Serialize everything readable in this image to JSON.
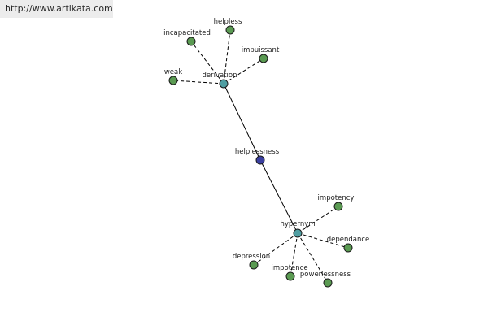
{
  "header": {
    "url": "http://www.artikata.com"
  },
  "colors": {
    "leaf_fill": "#5a9a52",
    "hub_fill": "#4f9ea2",
    "center_fill": "#3a3fa0"
  },
  "graph": {
    "center": {
      "id": "helplessness",
      "label": "helplessness",
      "kind": "center"
    },
    "hubs": [
      {
        "id": "derivation",
        "label": "derivation",
        "kind": "hub"
      },
      {
        "id": "hypernym",
        "label": "hypernym",
        "kind": "hub"
      }
    ],
    "leaves": [
      {
        "id": "incapacitated",
        "label": "incapacitated",
        "parent": "derivation"
      },
      {
        "id": "helpless",
        "label": "helpless",
        "parent": "derivation"
      },
      {
        "id": "impuissant",
        "label": "impuissant",
        "parent": "derivation"
      },
      {
        "id": "weak",
        "label": "weak",
        "parent": "derivation"
      },
      {
        "id": "impotency",
        "label": "impotency",
        "parent": "hypernym"
      },
      {
        "id": "dependance",
        "label": "dependance",
        "parent": "hypernym"
      },
      {
        "id": "depression",
        "label": "depression",
        "parent": "hypernym"
      },
      {
        "id": "impotence",
        "label": "impotence",
        "parent": "hypernym"
      },
      {
        "id": "powerlessness",
        "label": "powerlessness",
        "parent": "hypernym"
      }
    ]
  }
}
